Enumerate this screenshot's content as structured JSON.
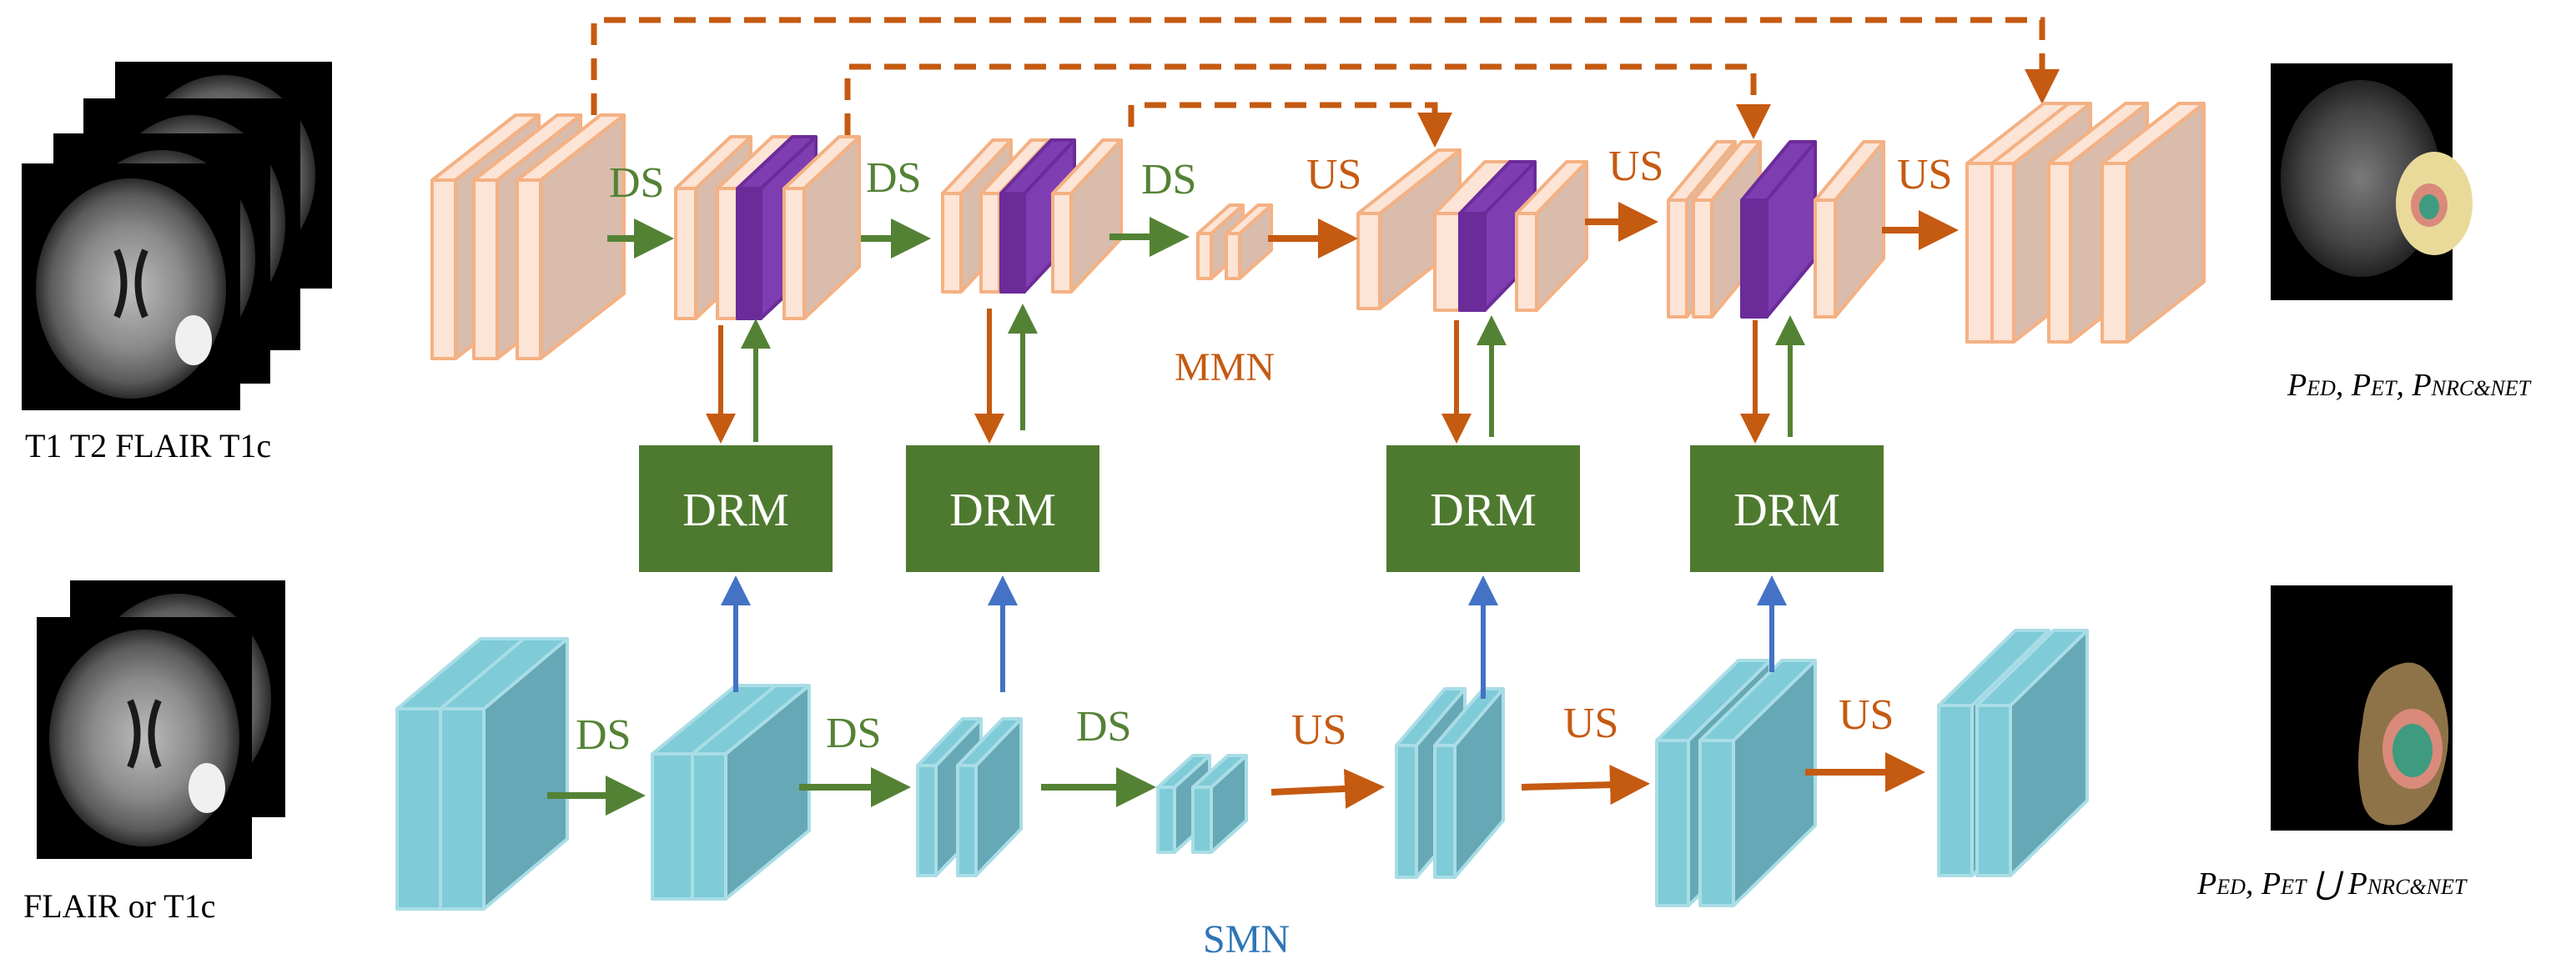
{
  "colors": {
    "ds": "#548235",
    "us": "#C55A11",
    "drm_fill": "#4E7A2F",
    "mmn_face": "#FCE4D6",
    "mmn_side": "#D9BCAB",
    "mmn_stroke": "#F4B183",
    "purple_face": "#6B2C9A",
    "purple_side": "#7E3DB1",
    "smn_face": "#7FCBD8",
    "smn_side": "#66A8B5",
    "smn_stroke": "#A9DDE6",
    "drm_to_smn": "#4472C4",
    "smn_label": "#2E75B6"
  },
  "inputs": {
    "top_caption": "T1 T2 FLAIR T1c",
    "bottom_caption": "FLAIR or T1c"
  },
  "mmn": {
    "name": "MMN",
    "ops": [
      "DS",
      "DS",
      "DS",
      "US",
      "US",
      "US"
    ]
  },
  "smn": {
    "name": "SMN",
    "ops": [
      "DS",
      "DS",
      "DS",
      "US",
      "US",
      "US"
    ]
  },
  "drm": {
    "blocks": [
      "DRM",
      "DRM",
      "DRM",
      "DRM"
    ]
  },
  "outputs": {
    "top_legend": {
      "parts": [
        {
          "p": "P",
          "sub": "ED",
          "sep": ", "
        },
        {
          "p": "P",
          "sub": "ET",
          "sep": ", "
        },
        {
          "p": "P",
          "sub": "NRC&NET",
          "sep": ""
        }
      ]
    },
    "bottom_legend": {
      "parts": [
        {
          "p": "P",
          "sub": "ED",
          "sep": ", "
        },
        {
          "p": "P",
          "sub": "ET",
          "sep": " ⋃ "
        },
        {
          "p": "P",
          "sub": "NRC&NET",
          "sep": ""
        }
      ]
    }
  }
}
